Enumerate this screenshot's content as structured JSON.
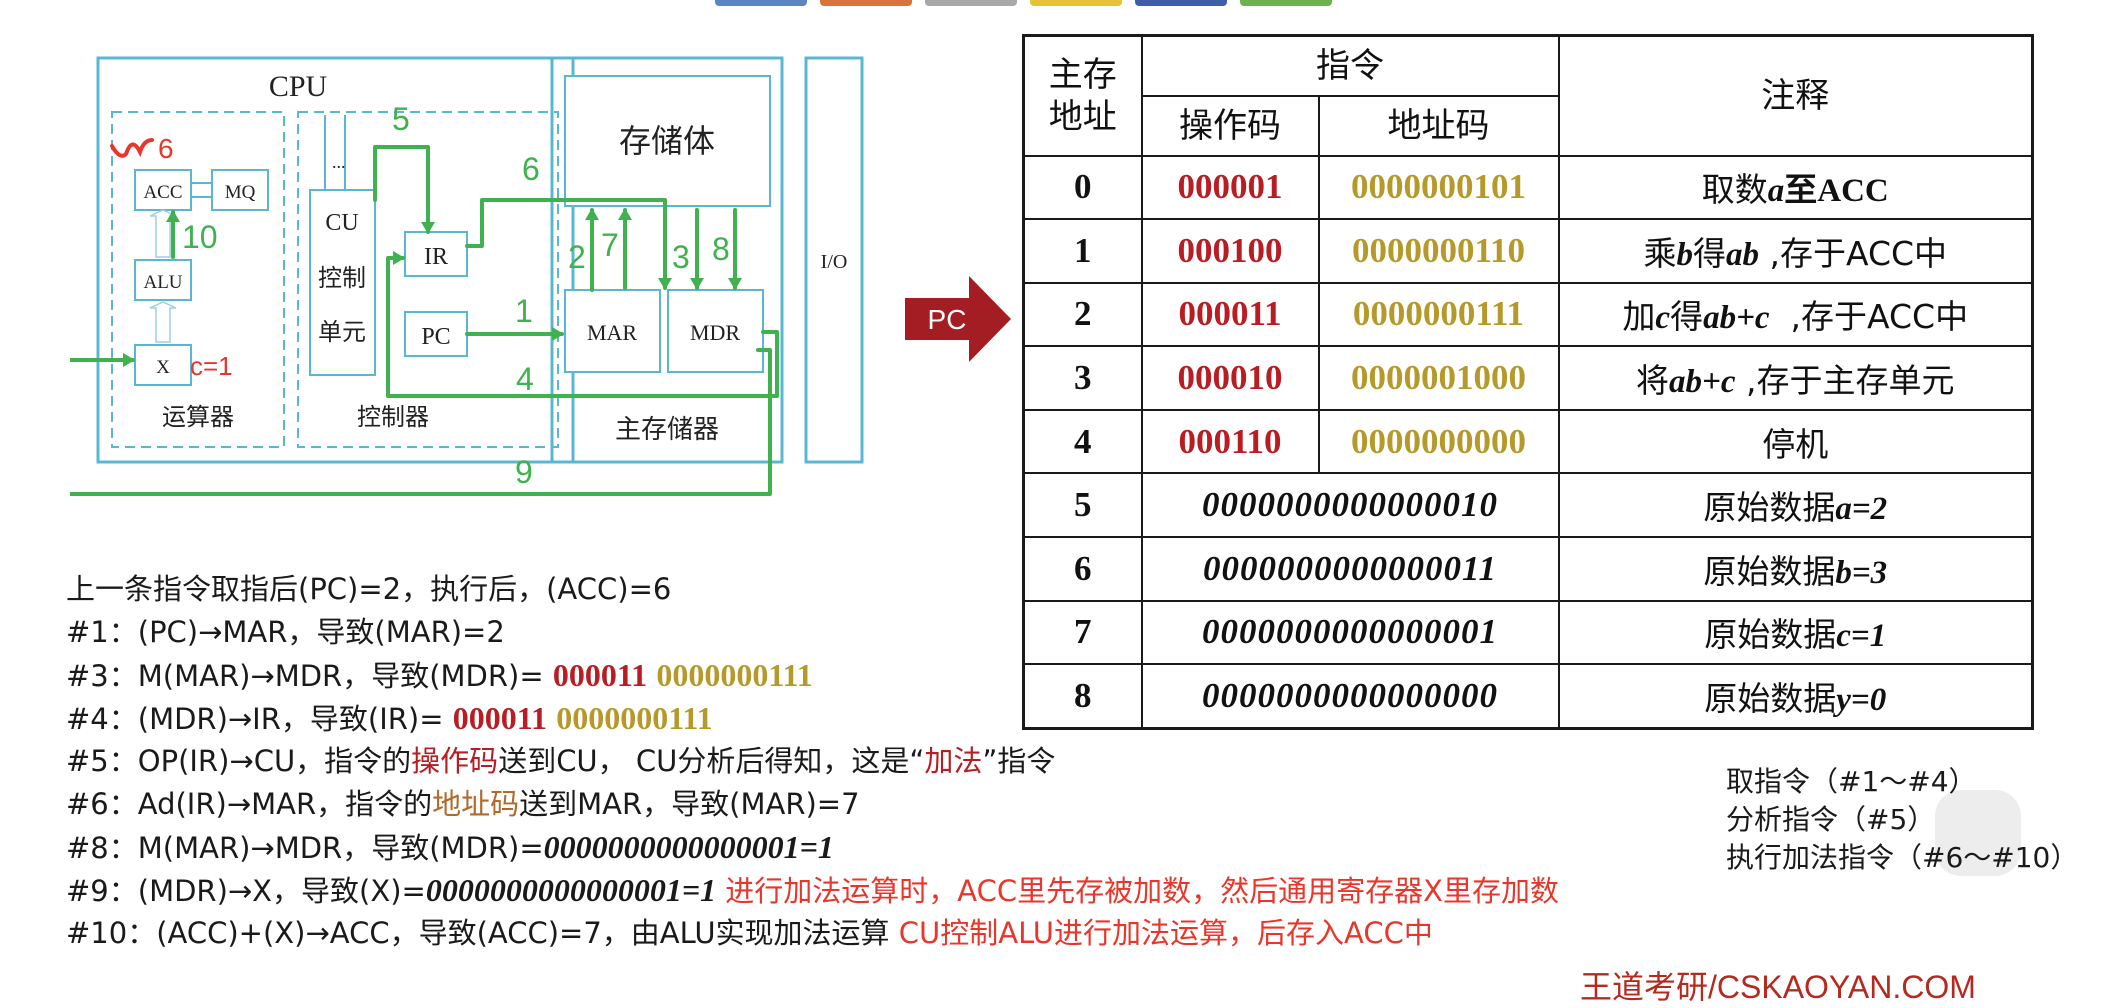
{
  "colors": {
    "green": "#3fb24f",
    "cyan": "#59b7d4",
    "red": "#e8372a",
    "dark_red": "#b81d23",
    "gold": "#b59a2b",
    "brown": "#b26a2a"
  },
  "diagram": {
    "cpu": "CPU",
    "acc": "ACC",
    "mq": "MQ",
    "alu": "ALU",
    "x": "X",
    "x_annot": "c=1",
    "acc_annot": "6",
    "alu_unit": "运算器",
    "cu": "CU",
    "cu_l1": "控制",
    "cu_l2": "单元",
    "ir": "IR",
    "pc": "PC",
    "ctrl_unit": "控制器",
    "dots": "...",
    "storage": "存储体",
    "mar": "MAR",
    "mdr": "MDR",
    "main_mem": "主存储器",
    "io": "I/O",
    "nums": {
      "n1": "1",
      "n2": "2",
      "n3": "3",
      "n4": "4",
      "n5": "5",
      "n6": "6",
      "n7": "7",
      "n8": "8",
      "n9": "9",
      "n10": "10"
    }
  },
  "pc_arrow": "PC",
  "table": {
    "h_addr_l1": "主存",
    "h_addr_l2": "地址",
    "h_instr": "指令",
    "h_opcode": "操作码",
    "h_addrcode": "地址码",
    "h_note": "注释",
    "instr_rows": [
      {
        "addr": "0",
        "op": "000001",
        "ad": "0000000101",
        "note": [
          "取数",
          "a",
          "至ACC"
        ]
      },
      {
        "addr": "1",
        "op": "000100",
        "ad": "0000000110",
        "note": [
          "乘",
          "b",
          "得",
          "ab",
          " ,存于ACC中"
        ]
      },
      {
        "addr": "2",
        "op": "000011",
        "ad": "0000000111",
        "note": [
          "加",
          "c",
          "得",
          "ab+c",
          "  ,存于ACC中"
        ]
      },
      {
        "addr": "3",
        "op": "000010",
        "ad": "0000001000",
        "note": [
          "将",
          "ab+c",
          " ,存于主存单元"
        ]
      },
      {
        "addr": "4",
        "op": "000110",
        "ad": "0000000000",
        "note": [
          "停机"
        ]
      }
    ],
    "data_rows": [
      {
        "addr": "5",
        "val": "0000000000000010",
        "note": [
          "原始数据",
          "a=2"
        ]
      },
      {
        "addr": "6",
        "val": "0000000000000011",
        "note": [
          "原始数据",
          "b=3"
        ]
      },
      {
        "addr": "7",
        "val": "0000000000000001",
        "note": [
          "原始数据",
          "c=1"
        ]
      },
      {
        "addr": "8",
        "val": "0000000000000000",
        "note": [
          "原始数据",
          "y=0"
        ]
      }
    ]
  },
  "steps": {
    "s0": "上一条指令取指后(PC)=2，执行后，(ACC)=6",
    "s1": "#1：(PC)→MAR，导致(MAR)=2",
    "s3_a": "#3：M(MAR)→MDR，导致(MDR)= ",
    "s3_op": "000011",
    "s3_ad": "0000000111",
    "s4_a": "#4：(MDR)→IR，导致(IR)= ",
    "s4_op": "000011",
    "s4_ad": "0000000111",
    "s5_a": "#5：OP(IR)→CU，指令的",
    "s5_b": "操作码",
    "s5_c": "送到CU， CU分析后得知，这是“",
    "s5_d": "加法",
    "s5_e": "”指令",
    "s6_a": "#6：Ad(IR)→MAR，指令的",
    "s6_b": "地址码",
    "s6_c": "送到MAR，导致(MAR)=7",
    "s8_a": "#8：M(MAR)→MDR，导致(MDR)=",
    "s8_b": "0000000000000001=1",
    "s9_a": "#9：(MDR)→X，导致(X)=",
    "s9_b": "0000000000000001=1",
    "s9_c": "进行加法运算时，ACC里先存被加数，然后通用寄存器X里存加数",
    "s10_a": "#10：(ACC)+(X)→ACC，导致(ACC)=7，由ALU实现加法运算 ",
    "s10_b": "CU控制ALU进行加法运算，后存入ACC中"
  },
  "phases": {
    "p1": "取指令（#1～#4）",
    "p2": "分析指令（#5）",
    "p3": "执行加法指令（#6～#10）"
  },
  "watermark": "王道考研/CSKAOYAN.COM"
}
